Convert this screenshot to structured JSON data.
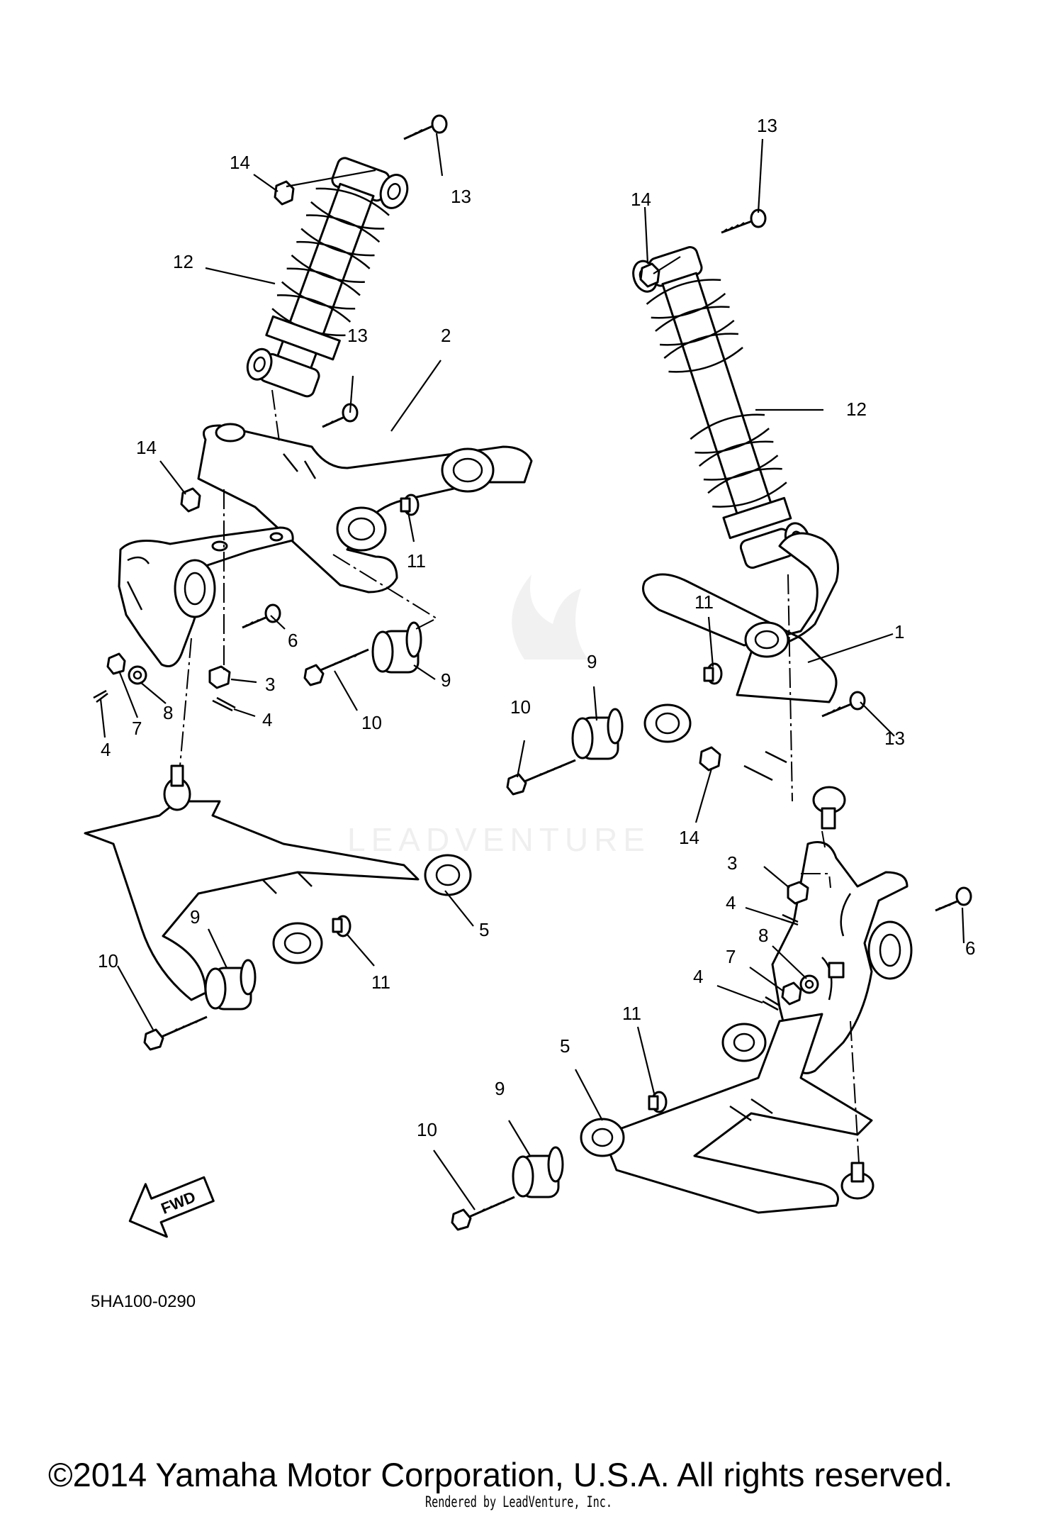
{
  "diagram": {
    "code": "5HA100-0290",
    "copyright": "©2014 Yamaha Motor Corporation, U.S.A. All rights reserved.",
    "rendered_by": "Rendered by LeadVenture, Inc.",
    "watermark": "LEADVENTURE",
    "fwd_label": "FWD"
  },
  "callouts": [
    {
      "id": "c-l-14a",
      "label": "14"
    },
    {
      "id": "c-l-13a",
      "label": "13"
    },
    {
      "id": "c-l-12",
      "label": "12"
    },
    {
      "id": "c-l-13b",
      "label": "13"
    },
    {
      "id": "c-l-2",
      "label": "2"
    },
    {
      "id": "c-l-14b",
      "label": "14"
    },
    {
      "id": "c-l-11a",
      "label": "11"
    },
    {
      "id": "c-l-6",
      "label": "6"
    },
    {
      "id": "c-l-9a",
      "label": "9"
    },
    {
      "id": "c-l-3",
      "label": "3"
    },
    {
      "id": "c-l-4a",
      "label": "4"
    },
    {
      "id": "c-l-8",
      "label": "8"
    },
    {
      "id": "c-l-7",
      "label": "7"
    },
    {
      "id": "c-l-4b",
      "label": "4"
    },
    {
      "id": "c-l-10a",
      "label": "10"
    },
    {
      "id": "c-l-5",
      "label": "5"
    },
    {
      "id": "c-l-9b",
      "label": "9"
    },
    {
      "id": "c-l-10b",
      "label": "10"
    },
    {
      "id": "c-l-11b",
      "label": "11"
    },
    {
      "id": "c-r-13a",
      "label": "13"
    },
    {
      "id": "c-r-14a",
      "label": "14"
    },
    {
      "id": "c-r-12",
      "label": "12"
    },
    {
      "id": "c-r-11a",
      "label": "11"
    },
    {
      "id": "c-r-1",
      "label": "1"
    },
    {
      "id": "c-r-9a",
      "label": "9"
    },
    {
      "id": "c-r-10a",
      "label": "10"
    },
    {
      "id": "c-r-13b",
      "label": "13"
    },
    {
      "id": "c-r-14b",
      "label": "14"
    },
    {
      "id": "c-r-3",
      "label": "3"
    },
    {
      "id": "c-r-4a",
      "label": "4"
    },
    {
      "id": "c-r-8",
      "label": "8"
    },
    {
      "id": "c-r-6",
      "label": "6"
    },
    {
      "id": "c-r-7",
      "label": "7"
    },
    {
      "id": "c-r-4b",
      "label": "4"
    },
    {
      "id": "c-r-11b",
      "label": "11"
    },
    {
      "id": "c-r-5",
      "label": "5"
    },
    {
      "id": "c-r-9b",
      "label": "9"
    },
    {
      "id": "c-r-10b",
      "label": "10"
    }
  ]
}
